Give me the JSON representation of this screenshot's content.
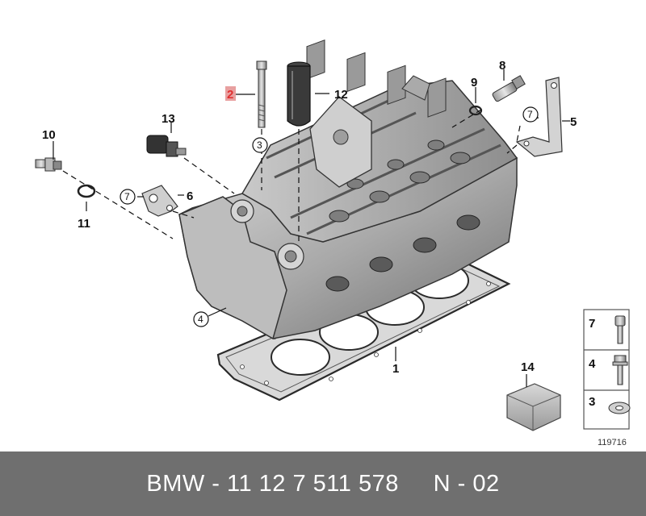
{
  "diagram": {
    "callouts": {
      "c1": "1",
      "c2": "2",
      "c3": "3",
      "c4": "4",
      "c5": "5",
      "c6": "6",
      "c7": "7",
      "c8": "8",
      "c9": "9",
      "c10": "10",
      "c11": "11",
      "c12": "12",
      "c13": "13",
      "c14": "14"
    },
    "refs": {
      "r3": "3",
      "r4": "4",
      "r7a": "7",
      "r7b": "7"
    },
    "highlight_color": "#e03030",
    "legend": {
      "k7": "7",
      "k4": "4",
      "k3": "3"
    },
    "figure_number": "119716"
  },
  "footer": {
    "text": "BMW - 11 12 7 511 578     N - 02",
    "background": "#6f6f6f"
  }
}
